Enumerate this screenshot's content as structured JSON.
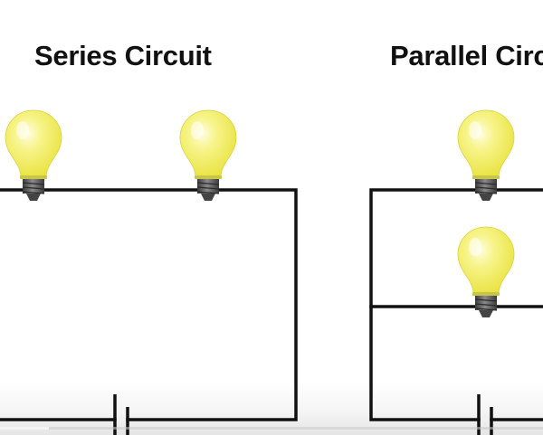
{
  "series": {
    "title": "Series Circuit"
  },
  "parallel": {
    "title": "Parallel Circuit"
  },
  "colors": {
    "bulb_glass": "#f3ef5c",
    "bulb_highlight": "#fdfbc8",
    "bulb_base": "#555555",
    "wire": "#111111",
    "background": "#ffffff"
  },
  "video_progress": 0.09
}
